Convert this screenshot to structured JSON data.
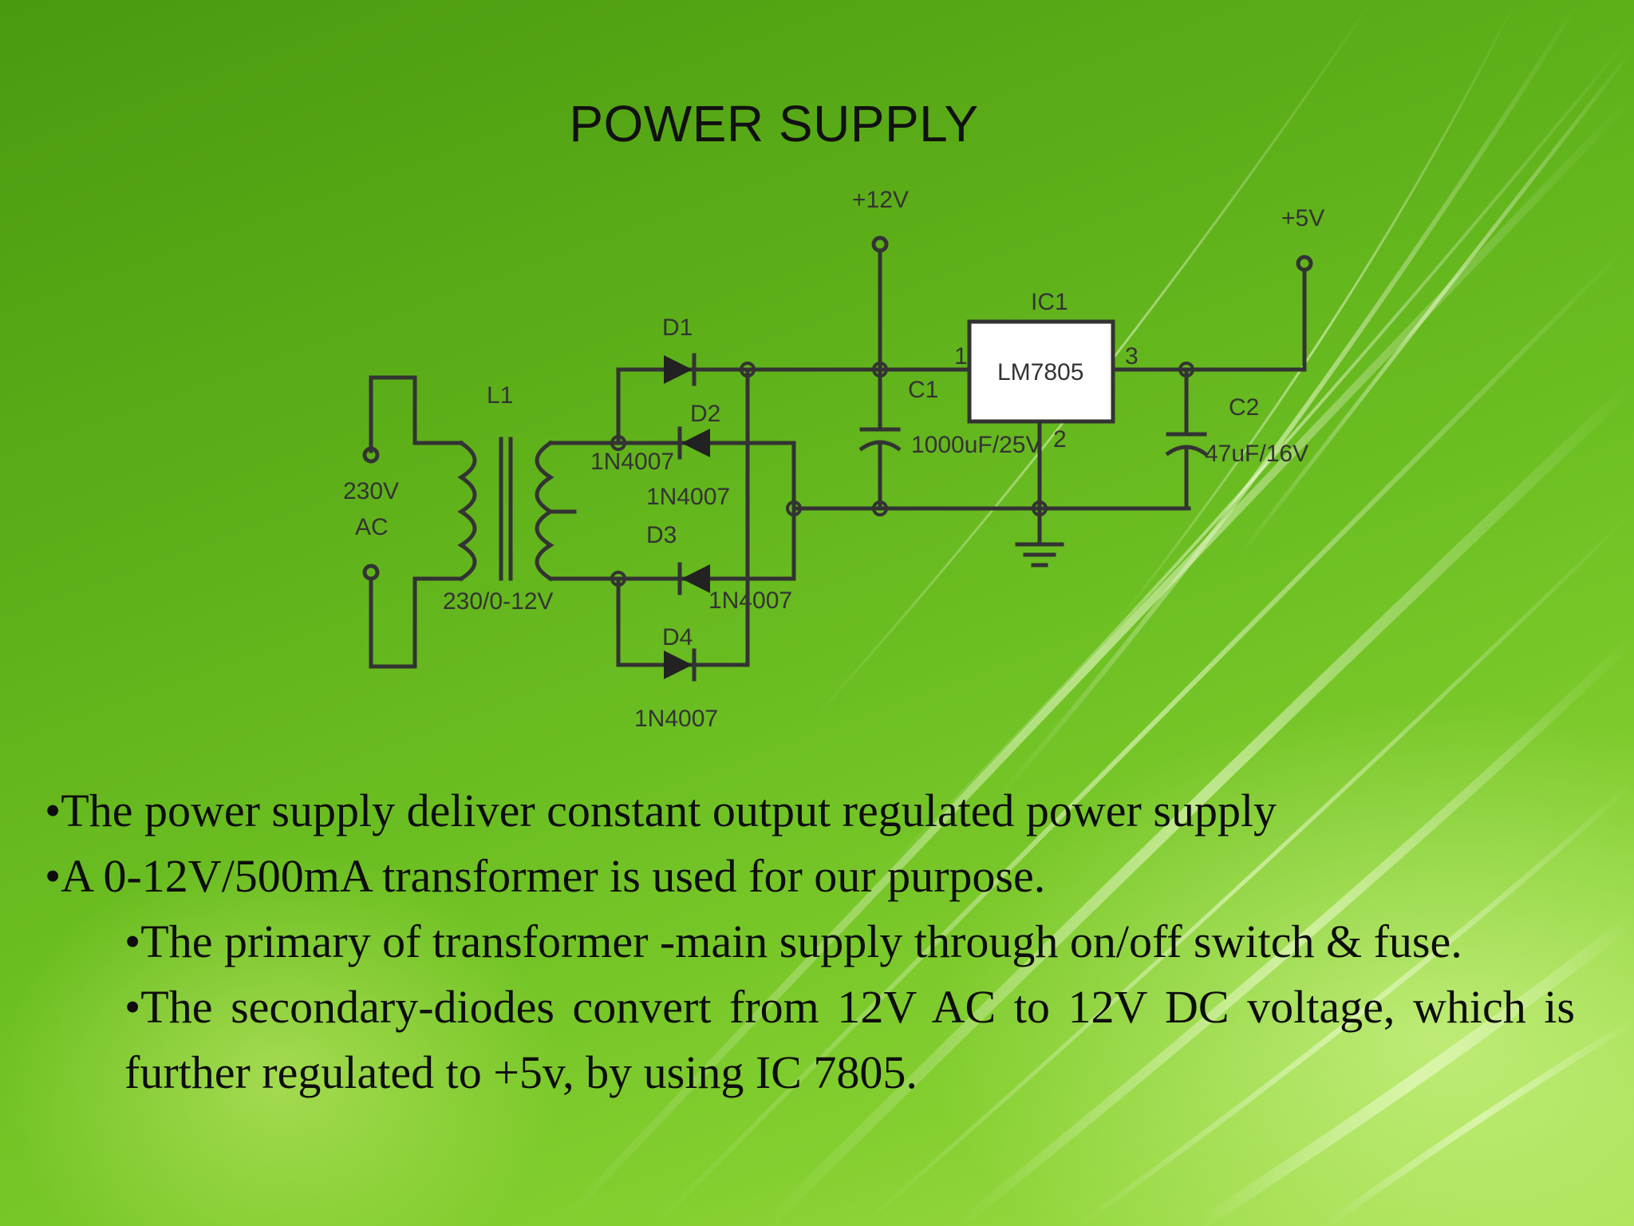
{
  "slide": {
    "title": "POWER SUPPLY",
    "colors": {
      "background": "#6cbf22",
      "wire": "#333333",
      "text": "#0d0d0d"
    }
  },
  "circuit": {
    "input_label_1": "230V",
    "input_label_2": "AC",
    "transformer_label": "L1",
    "transformer_rating": "230/0-12V",
    "d1_label": "D1",
    "d2_label": "D2",
    "d3_label": "D3",
    "d4_label": "D4",
    "d1_part": "1N4007",
    "d2_part": "1N4007",
    "d3_part": "1N4007",
    "d4_part": "1N4007",
    "c1_label": "C1",
    "c1_value": "1000uF/25V",
    "c2_label": "C2",
    "c2_value": "47uF/16V",
    "ic_label": "IC1",
    "ic_part": "LM7805",
    "pin1": "1",
    "pin2": "2",
    "pin3": "3",
    "out12": "+12V",
    "out5": "+5V"
  },
  "bullets": [
    "•The power supply deliver constant output regulated power supply",
    "•A 0-12V/500mA transformer is used for our purpose.",
    "•The primary of transformer -main supply through on/off switch & fuse.",
    "•The secondary-diodes convert from 12V AC to 12V DC voltage, which is further regulated to +5v, by using IC 7805."
  ]
}
